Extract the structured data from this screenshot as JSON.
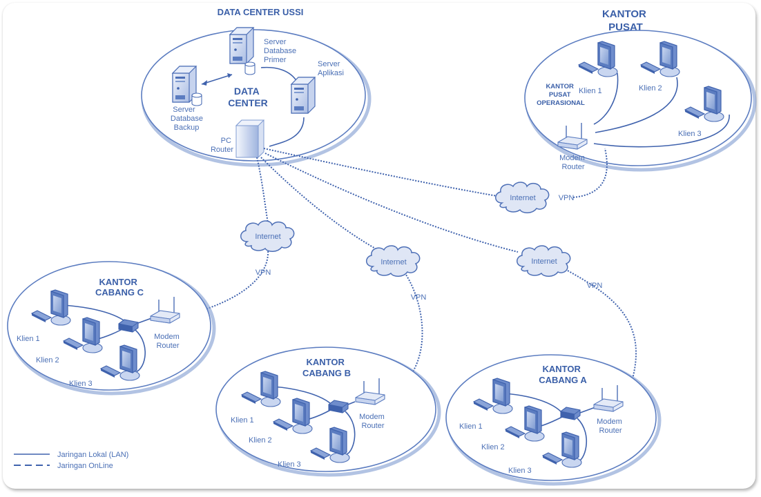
{
  "diagram": {
    "data_center": {
      "title": "DATA CENTER USSI",
      "center_label_line1": "DATA",
      "center_label_line2": "CENTER",
      "server_primary": [
        "Server",
        "Database",
        "Primer"
      ],
      "server_app": [
        "Server",
        "Aplikasi"
      ],
      "server_backup": [
        "Server",
        "Database",
        "Backup"
      ],
      "pc_router": [
        "PC",
        "Router"
      ]
    },
    "kantor_pusat": {
      "title_line1": "KANTOR",
      "title_line2": "PUSAT",
      "sub_line1": "KANTOR",
      "sub_line2": "PUSAT",
      "sub_line3": "OPERASIONAL",
      "clients": [
        "Klien 1",
        "Klien 2",
        "Klien 3"
      ],
      "router": [
        "Modem",
        "Router"
      ]
    },
    "cabang_c": {
      "title_line1": "KANTOR",
      "title_line2": "CABANG C",
      "clients": [
        "Klien 1",
        "Klien 2",
        "Klien 3"
      ],
      "router": [
        "Modem",
        "Router"
      ]
    },
    "cabang_b": {
      "title_line1": "KANTOR",
      "title_line2": "CABANG B",
      "clients": [
        "Klien 1",
        "Klien 2",
        "Klien 3"
      ],
      "router": [
        "Modem",
        "Router"
      ]
    },
    "cabang_a": {
      "title_line1": "KANTOR",
      "title_line2": "CABANG A",
      "clients": [
        "Klien 1",
        "Klien 2",
        "Klien 3"
      ],
      "router": [
        "Modem",
        "Router"
      ]
    },
    "clouds": {
      "pusat": "Internet",
      "cabang_c": "Internet",
      "cabang_b": "Internet",
      "cabang_a": "Internet"
    },
    "vpn_labels": {
      "pusat": "VPN",
      "cabang_c": "VPN",
      "cabang_b": "VPN",
      "cabang_a": "VPN"
    },
    "legend": {
      "lan": "Jaringan Lokal (LAN)",
      "online": "Jaringan OnLine"
    },
    "colors": {
      "primary": "#3f62ad",
      "label": "#4a6fb5",
      "cloud_fill": "#dfe6f5"
    }
  }
}
